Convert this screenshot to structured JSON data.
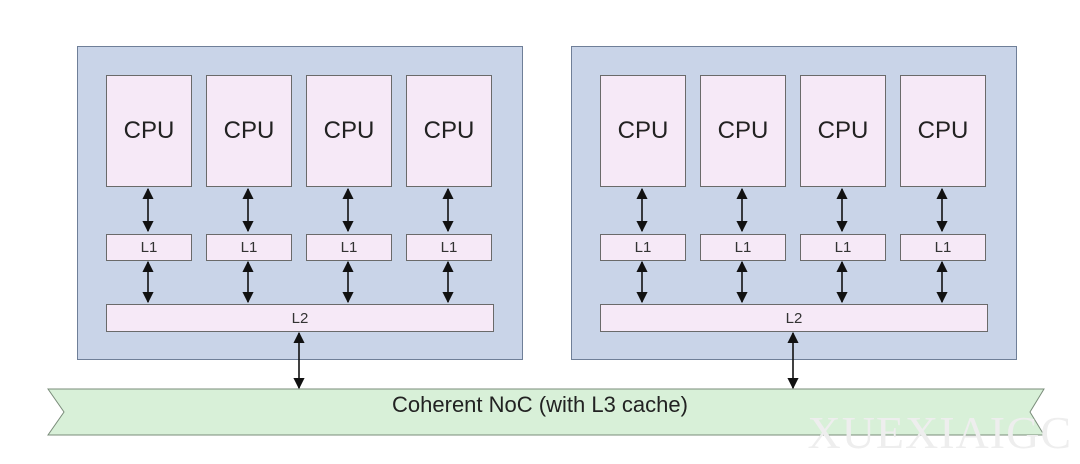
{
  "clusters": [
    {
      "cpus": [
        {
          "label": "CPU",
          "l1": "L1"
        },
        {
          "label": "CPU",
          "l1": "L1"
        },
        {
          "label": "CPU",
          "l1": "L1"
        },
        {
          "label": "CPU",
          "l1": "L1"
        }
      ],
      "l2": "L2"
    },
    {
      "cpus": [
        {
          "label": "CPU",
          "l1": "L1"
        },
        {
          "label": "CPU",
          "l1": "L1"
        },
        {
          "label": "CPU",
          "l1": "L1"
        },
        {
          "label": "CPU",
          "l1": "L1"
        }
      ],
      "l2": "L2"
    }
  ],
  "noc": {
    "label": "Coherent NoC (with L3 cache)"
  },
  "watermark": "XUEXIAIGC",
  "colors": {
    "cluster_bg": "#c9d4e8",
    "block_bg": "#f6e9f7",
    "noc_bg": "#d8f0d8",
    "line": "#111111"
  }
}
